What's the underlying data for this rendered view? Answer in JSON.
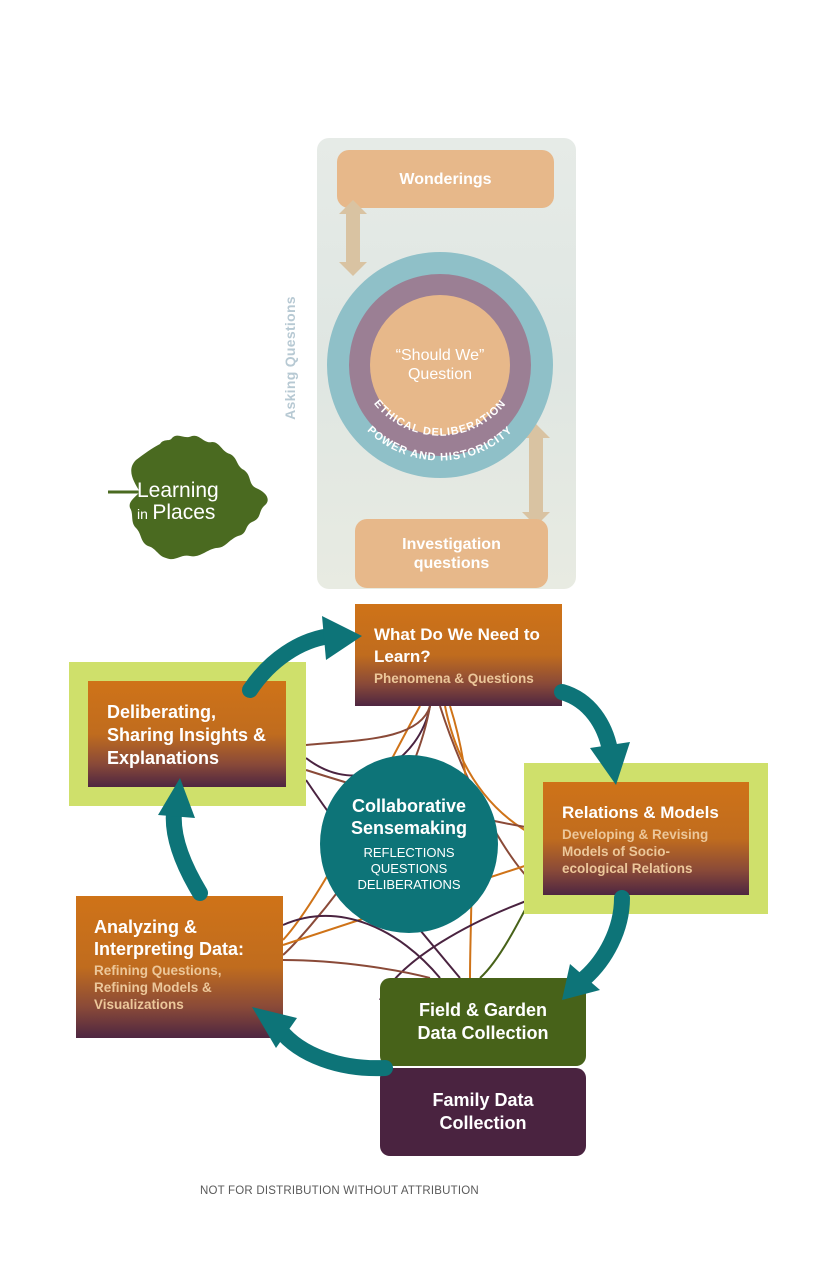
{
  "asking_questions": {
    "section_label": "Asking Questions",
    "wonderings": "Wonderings",
    "should_we": "“Should We” Question",
    "ring_inner_label": "ETHICAL DELIBERATION",
    "ring_outer_label": "POWER AND HISTORICITY",
    "investigation": "Investigation questions"
  },
  "logo": {
    "line1": "Learning",
    "line2_small": "in",
    "line2_big": "Places",
    "color": "#4a6a20"
  },
  "cycle": {
    "what_do_we_need": {
      "title": "What Do We Need to Learn?",
      "subtitle": "Phenomena & Questions"
    },
    "relations_models": {
      "title": "Relations & Models",
      "subtitle": "Developing & Revising Models of Socio-ecological Relations"
    },
    "field_garden": {
      "title": "Field & Garden Data Collection"
    },
    "family_data": {
      "title": "Family Data Collection"
    },
    "analyzing": {
      "title": "Analyzing & Interpreting Data:",
      "subtitle": "Refining Questions, Refining Models & Visualizations"
    },
    "deliberating": {
      "title": "Deliberating, Sharing Insights & Explanations"
    },
    "center": {
      "title": "Collaborative Sensemaking",
      "items": [
        "REFLECTIONS",
        "QUESTIONS",
        "DELIBERATIONS"
      ]
    }
  },
  "colors": {
    "teal": "#0d7478",
    "orange": "#cf7318",
    "plum": "#4a2340",
    "green": "#476219",
    "lime": "#cfe06b",
    "peach": "#e7b88a"
  },
  "footer": "NOT FOR DISTRIBUTION WITHOUT ATTRIBUTION"
}
